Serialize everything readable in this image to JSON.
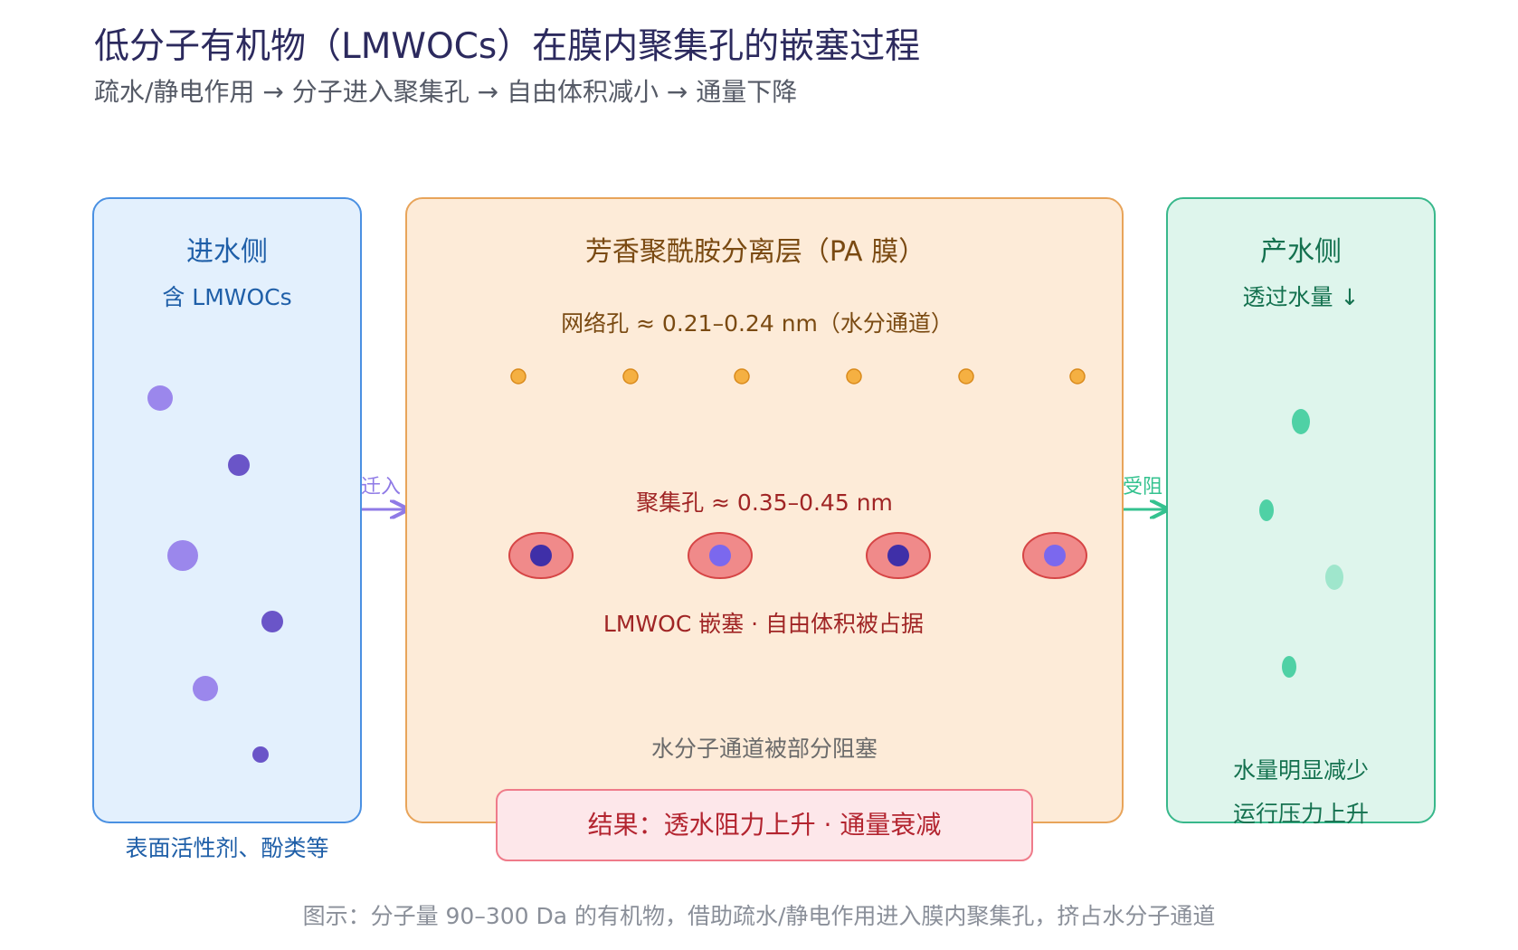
{
  "header": {
    "title": "低分子有机物（LMWOCs）在膜内聚集孔的嵌塞过程",
    "subtitle": "疏水/静电作用 → 分子进入聚集孔 → 自由体积减小 → 通量下降"
  },
  "feed_side": {
    "title": "进水侧",
    "subtitle": "含 LMWOCs",
    "footer": "表面活性剂、酚类等",
    "colors": {
      "fill": "#e3f0fd",
      "stroke": "#4a90e2",
      "text": "#1f5fa8",
      "particle_light": "#9b87ec",
      "particle_dark": "#6a55c8"
    }
  },
  "membrane": {
    "title": "芳香聚酰胺分离层（PA 膜）",
    "network_pore_label": "网络孔 ≈ 0.21–0.24 nm（水分通道）",
    "aggregate_pore_label": "聚集孔 ≈ 0.35–0.45 nm",
    "clog_label": "LMWOC 嵌塞 · 自由体积被占据",
    "channel_label": "水分子通道被部分阻塞",
    "colors": {
      "fill": "#fdebd8",
      "stroke": "#e8a45a",
      "title_text": "#7a4a12",
      "network_pore": "#f5b042",
      "aggregate_pore": "#f08a8a",
      "aggregate_pore_stroke": "#d64545",
      "clog_text": "#a02525",
      "channel_text": "#6b6b6b"
    }
  },
  "result_box": {
    "text": "结果：透水阻力上升 · 通量衰减",
    "colors": {
      "fill": "#fde7ea",
      "stroke": "#ef7b8a",
      "text": "#b3242f"
    }
  },
  "permeate_side": {
    "title": "产水侧",
    "subtitle": "透过水量 ↓",
    "footer_line1": "水量明显减少",
    "footer_line2": "运行压力上升",
    "colors": {
      "fill": "#def5ec",
      "stroke": "#38b88b",
      "text": "#14714f",
      "droplet": "#4fd1a5"
    }
  },
  "arrows": {
    "enter_label": "迁入",
    "blocked_label": "受阻",
    "colors": {
      "enter": "#8f7ae6",
      "blocked": "#34c28f"
    }
  },
  "caption": "图示：分子量 90–300 Da 的有机物，借助疏水/静电作用进入膜内聚集孔，挤占水分子通道"
}
